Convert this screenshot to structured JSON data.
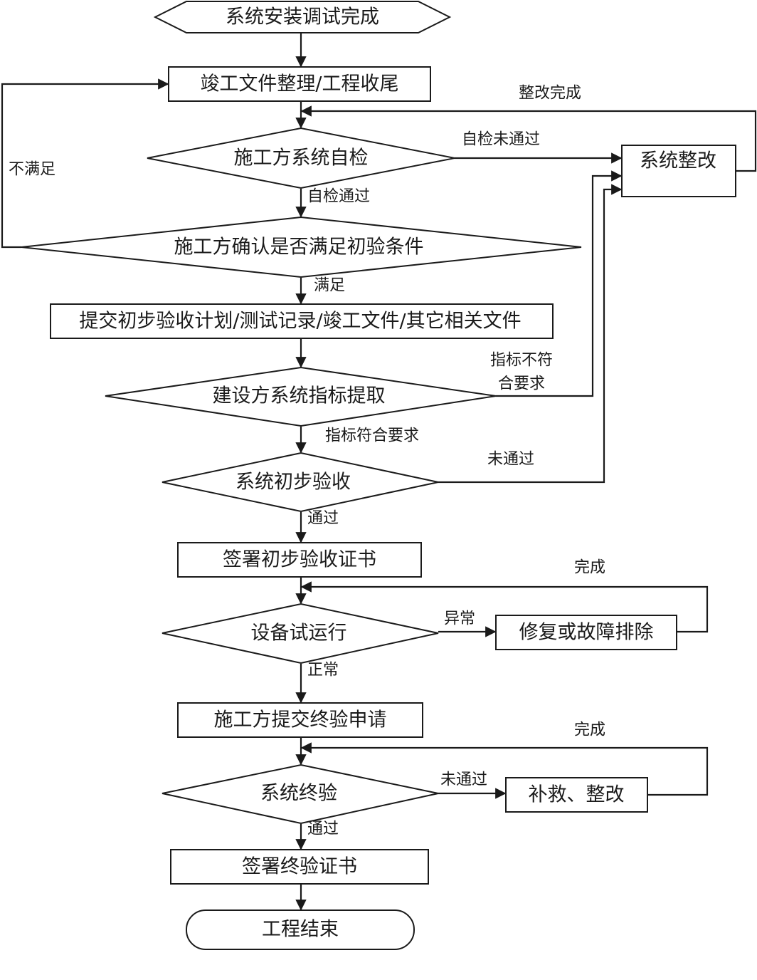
{
  "nodes": {
    "start": "系统安装调试完成",
    "completion_docs": "竣工文件整理/工程收尾",
    "self_check": "施工方系统自检",
    "confirm_conditions": "施工方确认是否满足初验条件",
    "submit_plan": "提交初步验收计划/测试记录/竣工文件/其它相关文件",
    "extract_indicators": "建设方系统指标提取",
    "preliminary_acceptance": "系统初步验收",
    "sign_preliminary": "签署初步验收证书",
    "trial_run": "设备试运行",
    "repair": "修复或故障排除",
    "final_application": "施工方提交终验申请",
    "final_acceptance": "系统终验",
    "remedy": "补救、整改",
    "sign_final": "签署终验证书",
    "end": "工程结束",
    "rectify": "系统整改"
  },
  "edges": {
    "rectify_done": "整改完成",
    "self_check_fail": "自检未通过",
    "self_check_pass": "自检通过",
    "not_satisfied": "不满足",
    "satisfied": "满足",
    "indicator_fail_1": "指标不符",
    "indicator_fail_2": "合要求",
    "indicator_pass": "指标符合要求",
    "prelim_fail": "未通过",
    "prelim_pass": "通过",
    "repair_done": "完成",
    "abnormal": "异常",
    "normal": "正常",
    "remedy_done": "完成",
    "final_fail": "未通过",
    "final_pass": "通过"
  }
}
